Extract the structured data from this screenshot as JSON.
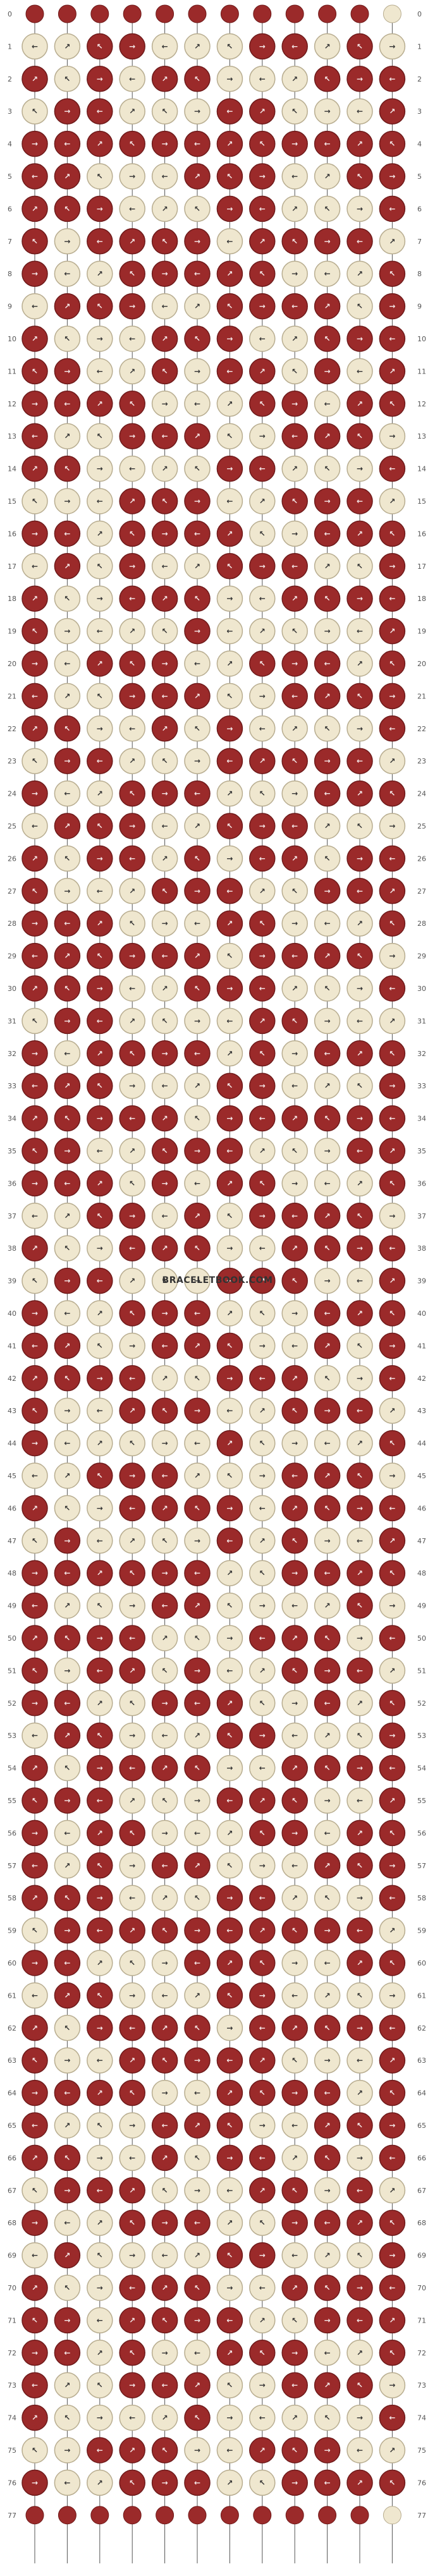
{
  "pattern": {
    "watermark": "BRACELETBOOK.COM",
    "num_strings": 12,
    "num_rows": 78,
    "row_labels": [
      "0",
      "1",
      "2",
      "3",
      "4",
      "5",
      "6",
      "7",
      "8",
      "9",
      "10",
      "11",
      "12",
      "13",
      "14",
      "15",
      "16",
      "17",
      "18",
      "19",
      "20",
      "21",
      "22",
      "23",
      "24",
      "25",
      "26",
      "27",
      "28",
      "29",
      "30",
      "31",
      "32",
      "33",
      "34",
      "35",
      "36",
      "37",
      "38",
      "39",
      "40",
      "41",
      "42",
      "43",
      "44",
      "45",
      "46",
      "47",
      "48",
      "49",
      "50",
      "51",
      "52",
      "53",
      "54",
      "55",
      "56",
      "57",
      "58",
      "59",
      "60",
      "61",
      "62",
      "63",
      "64",
      "65",
      "66",
      "67",
      "68",
      "69",
      "70",
      "71",
      "72",
      "73",
      "74",
      "75",
      "76",
      "77"
    ],
    "colors": {
      "red": "#9b2a2a",
      "red_dark": "#6e1a1a",
      "cream": "#efe7cf",
      "cream_dark": "#b8ad90",
      "string": "#555555",
      "label": "#555555"
    },
    "start_strings": [
      "red",
      "red",
      "red",
      "red",
      "red",
      "red",
      "red",
      "red",
      "red",
      "red",
      "red",
      "cream"
    ],
    "knot_types": [
      "forward",
      "backward",
      "forward-backward",
      "backward-forward"
    ],
    "arrow_glyphs": {
      "forward": "→",
      "backward": "←",
      "forward-backward": "↗",
      "backward-forward": "↖"
    }
  }
}
